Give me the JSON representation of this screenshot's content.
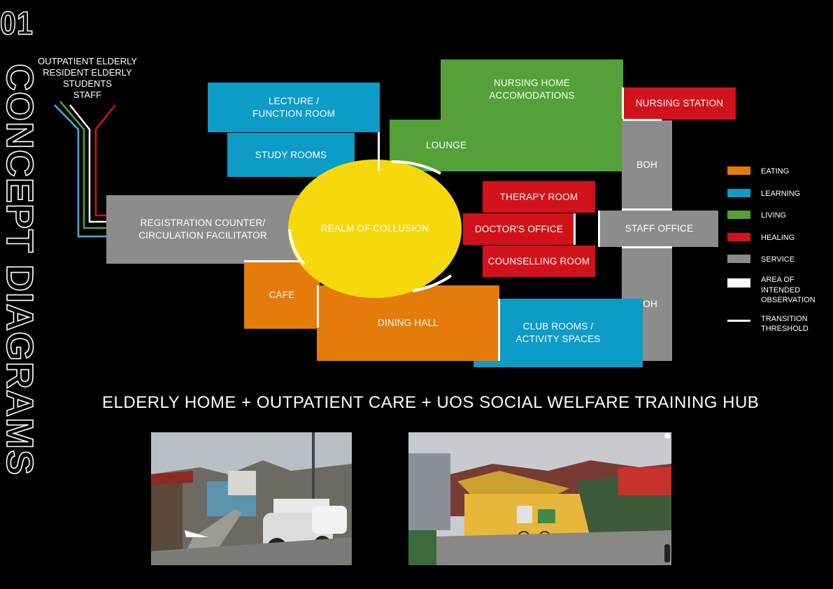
{
  "page": {
    "number": "01",
    "section_title": "CONCEPT DIAGRAMS",
    "subtitle": "ELDERLY HOME + OUTPATIENT CARE + UOS SOCIAL WELFARE TRAINING HUB"
  },
  "users": [
    "OUTPATIENT ELDERLY",
    "RESIDENT ELDERLY",
    "STUDENTS",
    "STAFF"
  ],
  "colors": {
    "eating": "#e47b0b",
    "learning": "#0d9bc8",
    "living": "#53a138",
    "healing": "#d2121b",
    "service": "#8c8c8c",
    "realm": "#f5d90a"
  },
  "rooms": {
    "lecture": "LECTURE /\nFUNCTION ROOM",
    "study": "STUDY ROOMS",
    "nursing_home": "NURSING HOME\nACCOMODATIONS",
    "nursing_station": "NURSING STATION",
    "lounge": "LOUNGE",
    "boh_top": "BOH",
    "registration": "REGISTRATION COUNTER/\nCIRCULATION FACILITATOR",
    "realm": "REALM OF COLLUSION",
    "therapy": "THERAPY ROOM",
    "doctors": "DOCTOR'S OFFICE",
    "counselling": "COUNSELLING ROOM",
    "staff_office": "STAFF OFFICE",
    "cafe": "CAFE",
    "dining": "DINING HALL",
    "club": "CLUB ROOMS /\nACTIVITY SPACES",
    "boh_bottom": "BOH"
  },
  "legend": {
    "eating": "EATING",
    "learning": "LEARNING",
    "living": "LIVING",
    "healing": "HEALING",
    "service": "SERVICE",
    "observation": "AREA OF\nINTENDED\nOBSERVATION",
    "threshold": "TRANSITION\nTHRESHOLD"
  }
}
